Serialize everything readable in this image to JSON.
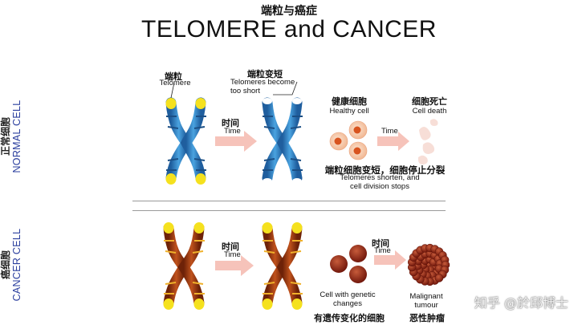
{
  "header": {
    "title_zh": "端粒与癌症",
    "title_en": "TELOMERE and CANCER"
  },
  "normal_section": {
    "side_label_zh": "正常细胞",
    "side_label_en": "NORMAL CELL",
    "telomere_zh": "端粒",
    "telomere_en": "Telomere",
    "shorten_zh": "端粒变短",
    "shorten_en": "Telomeres become too short",
    "time_zh": "时间",
    "time_en": "Time",
    "healthy_zh": "健康细胞",
    "healthy_en": "Healthy cell",
    "death_zh": "细胞死亡",
    "death_en": "Cell death",
    "arrow2_en": "Time",
    "caption_zh": "端粒细胞变短，细胞停止分裂",
    "caption_en": "Telomeres shorten, and cell division stops"
  },
  "cancer_section": {
    "side_label_zh": "癌细胞",
    "side_label_en": "CANCER CELL",
    "time_zh": "时间",
    "time_en": "Time",
    "time2_zh": "时间",
    "time2_en": "Time",
    "genetic_en": "Cell with genetic changes",
    "genetic_zh": "有遗传变化的细胞",
    "malignant_en": "Malignant tumour",
    "malignant_zh": "恶性肿瘤"
  },
  "watermark": "知乎 @於邱博士",
  "colors": {
    "normal_chromosome": "#2e7dc2",
    "cancer_chromosome": "#9a3a12",
    "telomere": "#f5e11e",
    "arrow": "#f6c3ba",
    "separator": "#9a9a9a"
  }
}
